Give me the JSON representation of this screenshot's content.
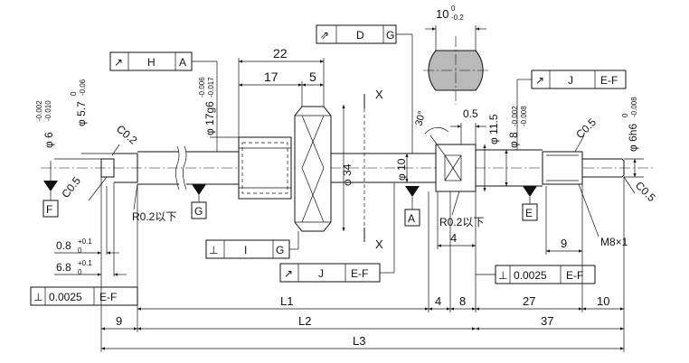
{
  "labels": {
    "d_10_top": "10",
    "d_10_top_tol_up": "0",
    "d_10_top_tol_lo": "-0.2",
    "d_22": "22",
    "d_17": "17",
    "d_5": "5",
    "d_30deg": "30°",
    "d_0_5": "0.5",
    "d_11_5": "φ 11.5",
    "d_8": "φ 8",
    "d_8_tol_up": "-0.002",
    "d_8_tol_lo": "-0.008",
    "d_6h6": "φ 6h6",
    "d_6h6_tol_up": "0",
    "d_6h6_tol_lo": "-0.008",
    "d_6": "φ 6",
    "d_6_tol_up": "-0.002",
    "d_6_tol_lo": "-0.010",
    "d_5_7": "φ 5.7",
    "d_5_7_tol_up": "0",
    "d_5_7_tol_lo": "-0.06",
    "d_17g6": "φ 17g6",
    "d_17g6_tol_up": "-0.006",
    "d_17g6_tol_lo": "-0.017",
    "d_34": "φ 34",
    "d_10_shaft": "φ 10",
    "c02": "C0.2",
    "c05_left": "C0.5",
    "c05_right_top": "C0.5",
    "c05_right_bottom": "C0.5",
    "r02_left": "R0.2以下",
    "r02_right": "R0.2以下",
    "m8x1": "M8×1",
    "x_top": "X",
    "x_bottom": "X",
    "d_4_right": "4",
    "d_9_right": "9",
    "d_0_8": "0.8",
    "d_0_8_tol_up": "+0.1",
    "d_0_8_tol_lo": "0",
    "d_6_8": "6.8",
    "d_6_8_tol_up": "+0.1",
    "d_6_8_tol_lo": "0",
    "d_9_left": "9",
    "L1": "L1",
    "L2": "L2",
    "L3": "L3",
    "d_4_bottom": "4",
    "d_8_bottom": "8",
    "d_27": "27",
    "d_10_bottom": "10",
    "d_37": "37"
  },
  "datums": {
    "F": "F",
    "G": "G",
    "A": "A",
    "E": "E"
  },
  "frames": {
    "H": {
      "symbol": "↗",
      "label": "H",
      "datum": "A"
    },
    "D": {
      "symbol": "⇗",
      "label": "D",
      "datum": "G"
    },
    "J_top": {
      "symbol": "↗",
      "label": "J",
      "datum": "E-F"
    },
    "I": {
      "symbol": "⊥",
      "label": "I",
      "datum": "G"
    },
    "J_bottom": {
      "symbol": "↗",
      "label": "J",
      "datum": "E-F"
    },
    "perp_left": {
      "symbol": "⊥",
      "value": "0.0025",
      "datum": "E-F"
    },
    "perp_right": {
      "symbol": "⊥",
      "value": "0.0025",
      "datum": "E-F"
    }
  }
}
